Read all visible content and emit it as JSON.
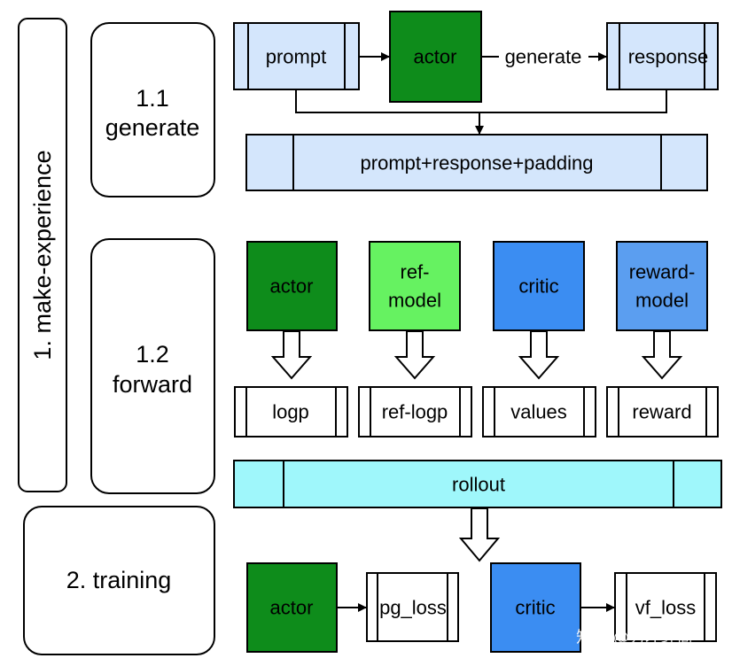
{
  "stages": {
    "make_experience": "1. make-experience",
    "generate": [
      "1.1",
      "generate"
    ],
    "forward": [
      "1.2",
      "forward"
    ],
    "training": "2. training"
  },
  "generate_row": {
    "prompt": "prompt",
    "actor": "actor",
    "edge_label": "generate",
    "response": "response",
    "concat": "prompt+response+padding"
  },
  "forward_row": {
    "models": [
      {
        "lines": [
          "actor"
        ],
        "color": "#0e8c1b"
      },
      {
        "lines": [
          "ref-",
          "model"
        ],
        "color": "#66f261"
      },
      {
        "lines": [
          "critic"
        ],
        "color": "#3b8df2"
      },
      {
        "lines": [
          "reward-",
          "model"
        ],
        "color": "#5b9ef0"
      }
    ],
    "outputs": [
      "logp",
      "ref-logp",
      "values",
      "reward"
    ]
  },
  "rollout": "rollout",
  "training_row": {
    "actor": "actor",
    "actor_loss": "pg_loss",
    "critic": "critic",
    "critic_loss": "vf_loss"
  },
  "watermark": "知乎 @秀才经商",
  "colors": {
    "light_blue": "#d4e6fc",
    "dark_green": "#0e8c1b",
    "light_green": "#66f261",
    "blue": "#3b8df2",
    "cyan": "#9ff7fb"
  }
}
